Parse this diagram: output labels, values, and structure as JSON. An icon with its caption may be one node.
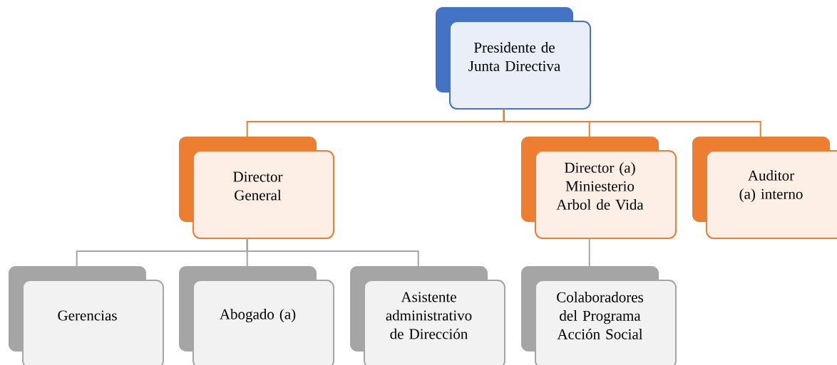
{
  "diagram": {
    "nodes": [
      {
        "text": [
          "Presidente de Junta Directiva"
        ]
      },
      {
        "text": [
          "Director General"
        ]
      },
      {
        "text": [
          "Director (a) Miniesterio Arbol de Vida"
        ]
      },
      {
        "text": [
          "Auditor (a) interno"
        ]
      },
      {
        "text": [
          "Gerencias"
        ]
      },
      {
        "text": [
          "Abogado (a)"
        ]
      },
      {
        "text": [
          "Asistente administrativo de Dirección"
        ]
      },
      {
        "text": [
          "Colaboradores del Programa Acción Social"
        ]
      }
    ],
    "edges": [
      {
        "from": 0,
        "to": 1,
        "arrow": "none",
        "color": "#ed7d31"
      },
      {
        "from": 0,
        "to": 2,
        "arrow": "none",
        "color": "#ed7d31"
      },
      {
        "from": 0,
        "to": 3,
        "arrow": "none",
        "color": "#ed7d31"
      },
      {
        "from": 1,
        "to": 4,
        "arrow": "none"
      },
      {
        "from": 1,
        "to": 5,
        "arrow": "none"
      },
      {
        "from": 1,
        "to": 6,
        "arrow": "none"
      },
      {
        "from": 2,
        "to": 7,
        "arrow": "none"
      }
    ]
  }
}
